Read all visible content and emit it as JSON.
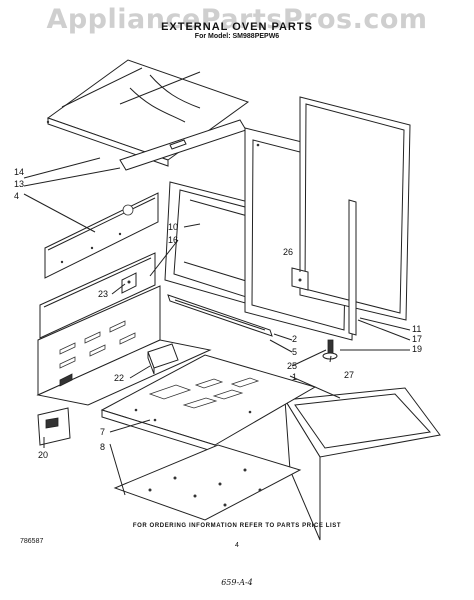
{
  "header": {
    "watermark": "AppliancePartsPros.com",
    "title": "EXTERNAL OVEN PARTS",
    "model_line": "For Model: SM988PEPW6"
  },
  "callouts": [
    "14",
    "13",
    "4",
    "10",
    "16",
    "23",
    "26",
    "2",
    "5",
    "25",
    "27",
    "1",
    "11",
    "17",
    "19",
    "22",
    "7",
    "8",
    "20"
  ],
  "footer": {
    "ordering_note": "FOR ORDERING INFORMATION REFER TO PARTS PRICE LIST",
    "doc_number": "786587",
    "page_number": "4",
    "handwritten_note": "659-A-4"
  }
}
